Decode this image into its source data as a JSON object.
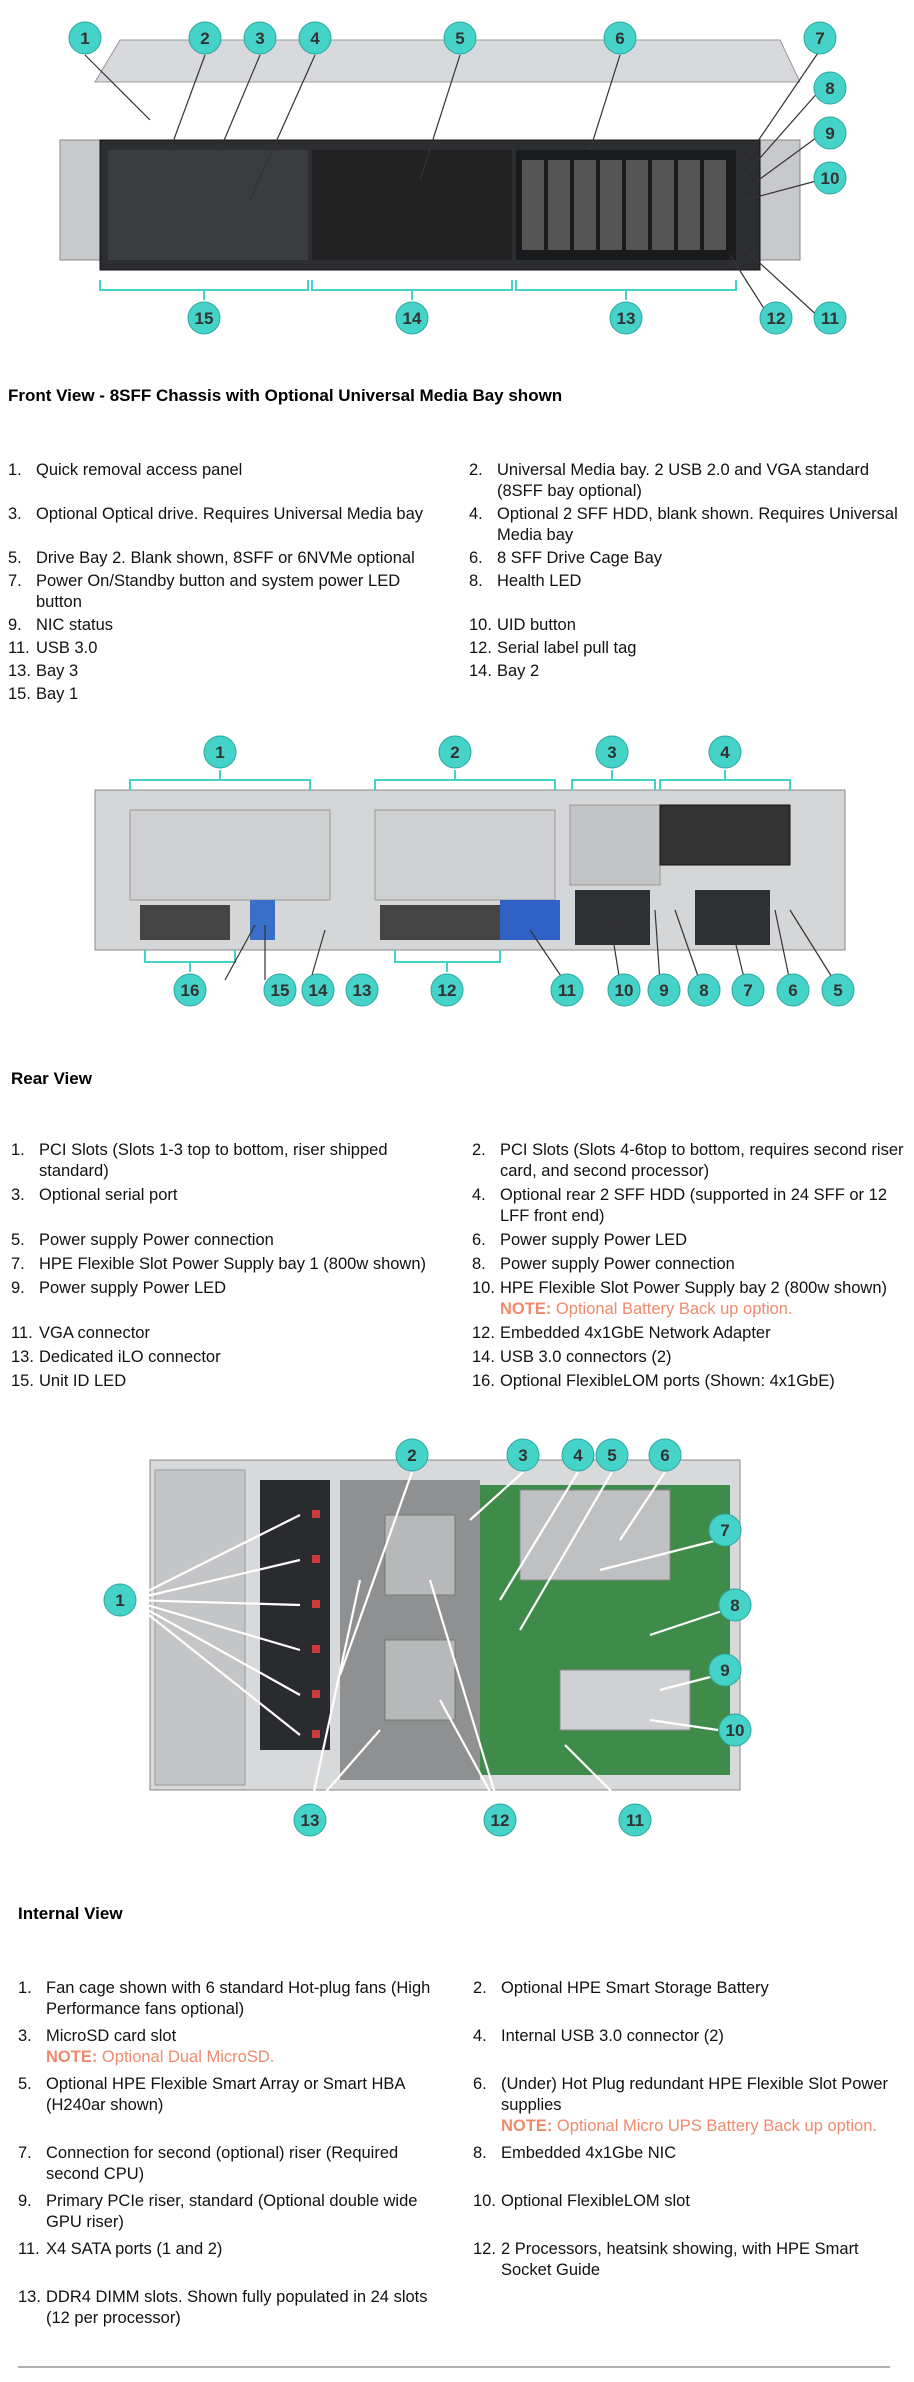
{
  "colors": {
    "callout_fill": "#45d3c9",
    "callout_stroke": "#2ba79e",
    "bracket": "#45d3c9",
    "note": "#f08a6c"
  },
  "front": {
    "callouts": [
      "1",
      "2",
      "3",
      "4",
      "5",
      "6",
      "7",
      "8",
      "9",
      "10",
      "11",
      "12",
      "13",
      "14",
      "15"
    ],
    "title": "Front View - 8SFF Chassis with Optional Universal Media Bay shown",
    "items": [
      {
        "num": "1.",
        "text": "Quick removal access panel"
      },
      {
        "num": "2.",
        "text": "Universal Media bay. 2 USB 2.0 and VGA standard (8SFF bay optional)"
      },
      {
        "num": "3.",
        "text": "Optional Optical drive. Requires Universal Media bay"
      },
      {
        "num": "4.",
        "text": "Optional 2 SFF HDD, blank shown. Requires Universal Media bay"
      },
      {
        "num": "5.",
        "text": "Drive Bay 2. Blank shown, 8SFF or 6NVMe optional"
      },
      {
        "num": "6.",
        "text": "8 SFF Drive Cage Bay"
      },
      {
        "num": "7.",
        "text": "Power On/Standby button and system power LED button"
      },
      {
        "num": "8.",
        "text": "Health LED"
      },
      {
        "num": "9.",
        "text": "NIC status"
      },
      {
        "num": "10.",
        "text": "UID button"
      },
      {
        "num": "11.",
        "text": "USB 3.0"
      },
      {
        "num": "12.",
        "text": "Serial label pull tag"
      },
      {
        "num": "13.",
        "text": "Bay 3"
      },
      {
        "num": "14.",
        "text": "Bay 2"
      },
      {
        "num": "15.",
        "text": "Bay 1"
      }
    ]
  },
  "rear": {
    "callouts": [
      "1",
      "2",
      "3",
      "4",
      "16",
      "15",
      "14",
      "13",
      "12",
      "11",
      "10",
      "9",
      "8",
      "7",
      "6",
      "5"
    ],
    "title": "Rear View",
    "items": [
      {
        "num": "1.",
        "text": "PCI Slots (Slots 1-3 top to bottom, riser shipped standard)"
      },
      {
        "num": "2.",
        "text": "PCI Slots (Slots 4-6top to bottom, requires second riser card, and second processor)"
      },
      {
        "num": "3.",
        "text": "Optional serial port"
      },
      {
        "num": "4.",
        "text": "Optional rear 2 SFF HDD (supported in 24 SFF or 12 LFF front end)"
      },
      {
        "num": "5.",
        "text": "Power supply Power connection"
      },
      {
        "num": "6.",
        "text": "Power supply Power LED"
      },
      {
        "num": "7.",
        "text": "HPE Flexible Slot Power Supply bay 1 (800w shown)"
      },
      {
        "num": "8.",
        "text": "Power supply Power connection"
      },
      {
        "num": "9.",
        "text": "Power supply Power LED"
      },
      {
        "num": "10.",
        "text": "HPE Flexible Slot Power Supply bay 2 (800w shown)",
        "note_label": "NOTE:",
        "note": " Optional Battery Back up option."
      },
      {
        "num": "11.",
        "text": "VGA connector"
      },
      {
        "num": "12.",
        "text": "Embedded 4x1GbE Network Adapter"
      },
      {
        "num": "13.",
        "text": "Dedicated iLO connector"
      },
      {
        "num": "14.",
        "text": "USB 3.0 connectors (2)"
      },
      {
        "num": "15.",
        "text": "Unit ID LED"
      },
      {
        "num": "16.",
        "text": "Optional FlexibleLOM ports (Shown: 4x1GbE)"
      }
    ]
  },
  "internal": {
    "callouts": [
      "2",
      "3",
      "4",
      "5",
      "6",
      "7",
      "1",
      "8",
      "9",
      "10",
      "13",
      "12",
      "11"
    ],
    "title": "Internal View",
    "items": [
      {
        "num": "1.",
        "text": "Fan cage shown with 6 standard Hot-plug fans (High Performance fans optional)"
      },
      {
        "num": "2.",
        "text": "Optional HPE Smart Storage Battery"
      },
      {
        "num": "3.",
        "text": "MicroSD card slot",
        "note_label": "NOTE:",
        "note": " Optional Dual MicroSD."
      },
      {
        "num": "4.",
        "text": "Internal USB 3.0 connector (2)"
      },
      {
        "num": "5.",
        "text": "Optional HPE Flexible Smart Array or Smart HBA (H240ar shown)"
      },
      {
        "num": "6.",
        "text": "(Under) Hot Plug redundant HPE Flexible Slot Power supplies",
        "note_label": "NOTE:",
        "note": " Optional Micro UPS Battery Back up option."
      },
      {
        "num": "7.",
        "text": "Connection for second (optional) riser (Required second CPU)"
      },
      {
        "num": "8.",
        "text": "Embedded 4x1Gbe NIC"
      },
      {
        "num": "9.",
        "text": "Primary PCIe riser, standard (Optional double wide GPU riser)"
      },
      {
        "num": "10.",
        "text": "Optional FlexibleLOM slot"
      },
      {
        "num": "11.",
        "text": "X4 SATA ports (1 and 2)"
      },
      {
        "num": "12.",
        "text": "2 Processors, heatsink showing, with HPE Smart Socket Guide"
      },
      {
        "num": "13.",
        "text": "DDR4 DIMM slots. Shown fully populated in 24 slots (12 per processor)"
      }
    ]
  }
}
